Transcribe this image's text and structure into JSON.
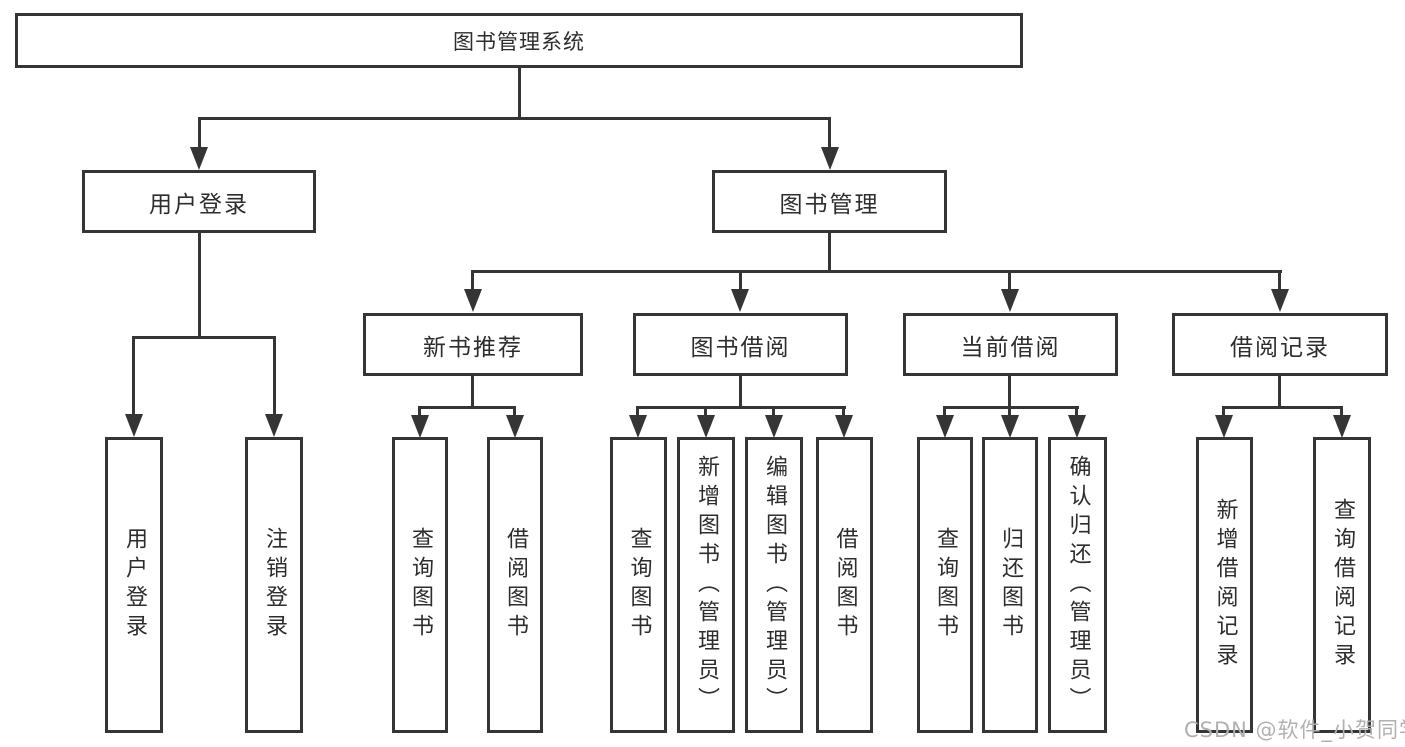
{
  "nodes": {
    "root": "图书管理系统",
    "level2": [
      "用户登录",
      "图书管理"
    ],
    "level3": [
      "新书推荐",
      "图书借阅",
      "当前借阅",
      "借阅记录"
    ],
    "leaves": {
      "user_login": [
        "用户登录",
        "注销登录"
      ],
      "new_book": [
        "查询图书",
        "借阅图书"
      ],
      "book_borrow": [
        "查询图书",
        "新增图书（管理员）",
        "编辑图书（管理员）",
        "借阅图书"
      ],
      "current_borrow": [
        "查询图书",
        "归还图书",
        "确认归还（管理员）"
      ],
      "borrow_record": [
        "新增借阅记录",
        "查询借阅记录"
      ]
    }
  },
  "watermark": "CSDN @软件_小贺同学",
  "colors": {
    "line": "#353535",
    "text": "#2d2d2d",
    "watermark": "#b2b0b0",
    "background": "#ffffff"
  }
}
